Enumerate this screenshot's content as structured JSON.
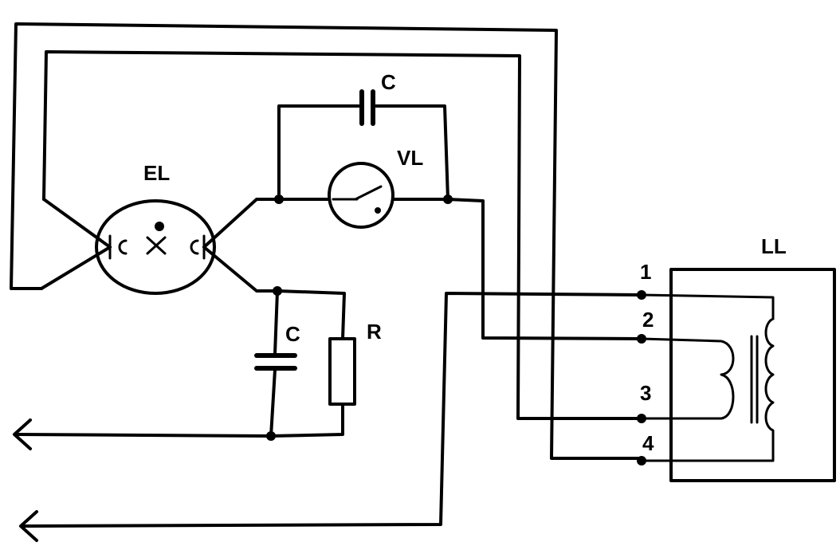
{
  "labels": {
    "lamp": "EL",
    "starter": "VL",
    "ballast": "LL",
    "cap_top": "C",
    "cap_bottom": "C",
    "resistor": "R",
    "terminals": [
      "1",
      "2",
      "3",
      "4"
    ]
  }
}
